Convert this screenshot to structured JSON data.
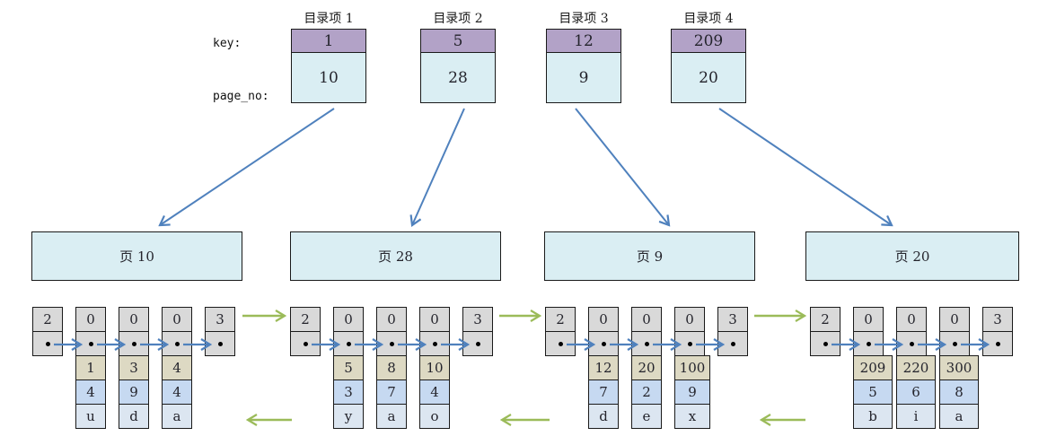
{
  "labels": {
    "key": "key:",
    "page_no": "page_no:"
  },
  "directory_entries": [
    {
      "title": "目录项 1",
      "key": "1",
      "page_no": "10"
    },
    {
      "title": "目录项 2",
      "key": "5",
      "page_no": "28"
    },
    {
      "title": "目录项 3",
      "key": "12",
      "page_no": "9"
    },
    {
      "title": "目录项 4",
      "key": "209",
      "page_no": "20"
    }
  ],
  "pages": [
    {
      "label": "页 10"
    },
    {
      "label": "页 28"
    },
    {
      "label": "页 9"
    },
    {
      "label": "页 20"
    }
  ],
  "record_groups": [
    {
      "header": [
        "2",
        "0",
        "0",
        "0",
        "3"
      ],
      "records": [
        {
          "key": "1",
          "col2": "4",
          "col3": "u"
        },
        {
          "key": "3",
          "col2": "9",
          "col3": "d"
        },
        {
          "key": "4",
          "col2": "4",
          "col3": "a"
        }
      ]
    },
    {
      "header": [
        "2",
        "0",
        "0",
        "0",
        "3"
      ],
      "records": [
        {
          "key": "5",
          "col2": "3",
          "col3": "y"
        },
        {
          "key": "8",
          "col2": "7",
          "col3": "a"
        },
        {
          "key": "10",
          "col2": "4",
          "col3": "o"
        }
      ]
    },
    {
      "header": [
        "2",
        "0",
        "0",
        "0",
        "3"
      ],
      "records": [
        {
          "key": "12",
          "col2": "7",
          "col3": "d"
        },
        {
          "key": "20",
          "col2": "2",
          "col3": "e"
        },
        {
          "key": "100",
          "col2": "9",
          "col3": "x"
        }
      ]
    },
    {
      "header": [
        "2",
        "0",
        "0",
        "0",
        "3"
      ],
      "records": [
        {
          "key": "209",
          "col2": "5",
          "col3": "b"
        },
        {
          "key": "220",
          "col2": "6",
          "col3": "i"
        },
        {
          "key": "300",
          "col2": "8",
          "col3": "a"
        }
      ]
    }
  ],
  "colors": {
    "entry-key-bg": "#b2a2c7",
    "entry-pageno-bg": "#daeef3",
    "page-box-bg": "#daeef3",
    "header-cell-bg": "#d9d9d9",
    "record-key-bg": "#ddd9c3",
    "record-col2-bg": "#c6d9f1",
    "record-col3-bg": "#dce6f1",
    "arrow-blue": "#4f81bd",
    "arrow-green": "#9bbb59",
    "border": "#1a1a1a",
    "ink": "#24242c"
  }
}
